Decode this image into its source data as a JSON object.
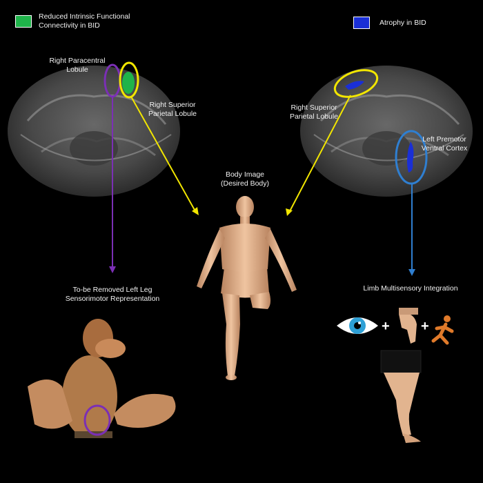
{
  "legend": {
    "connectivity": {
      "label_line1": "Reduced Intrinsic Functional",
      "label_line2": "Connectivity in BID",
      "color": "#1fb34a"
    },
    "atrophy": {
      "label": "Atrophy in BID",
      "color": "#1a2fd6"
    }
  },
  "left_brain": {
    "paracentral": {
      "line1": "Right Paracentral",
      "line2": "Lobule"
    },
    "superior_parietal": {
      "line1": "Right Superior",
      "line2": "Parietal Lobule"
    }
  },
  "right_brain": {
    "superior_parietal": {
      "line1": "Right Superior",
      "line2": "Parietal Lobule"
    },
    "premotor": {
      "line1": "Left Premotor",
      "line2": "Ventral Cortex"
    }
  },
  "body_image": {
    "line1": "Body Image",
    "line2": "(Desired Body)"
  },
  "sensorimotor": {
    "line1": "To-be Removed Left Leg",
    "line2": "Sensorimotor Representation"
  },
  "multisensory": {
    "label": "Limb Multisensory Integration",
    "plus1": "+",
    "plus2": "+"
  },
  "colors": {
    "purple": "#7b2fb5",
    "yellow": "#f2e600",
    "blue_line": "#2f7fd1",
    "skin": "#e2b48f"
  }
}
